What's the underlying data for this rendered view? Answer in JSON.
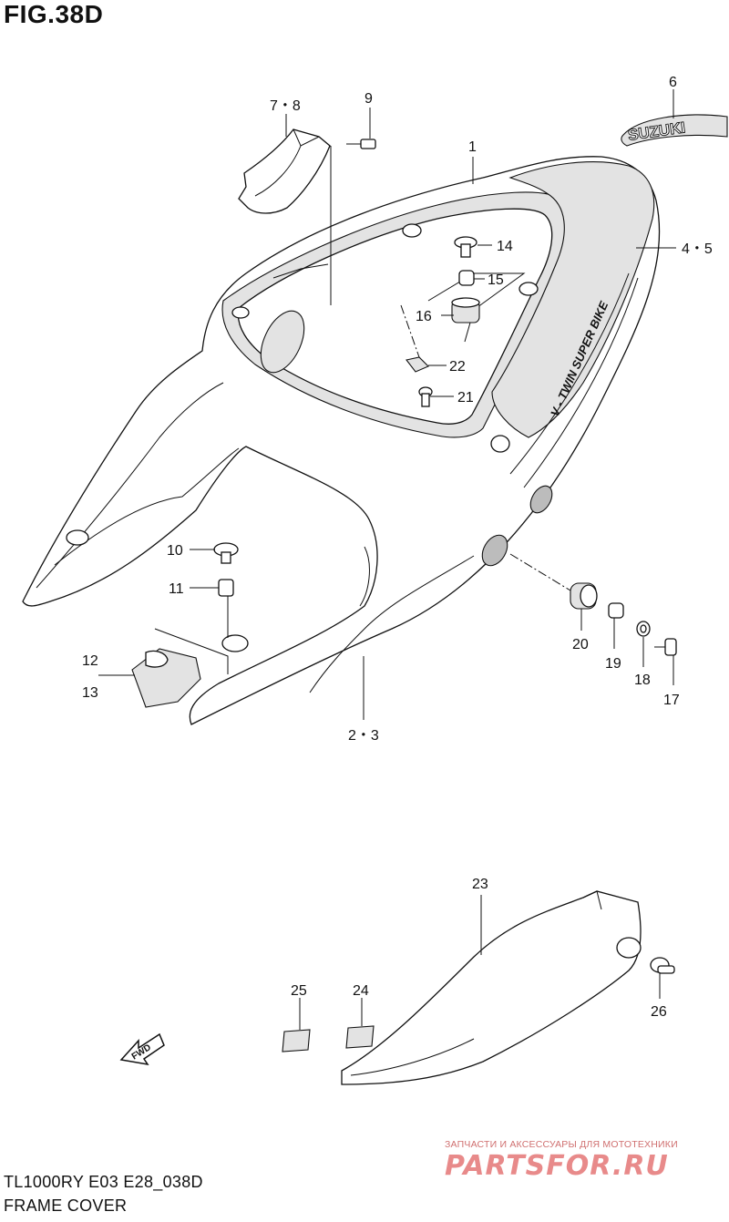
{
  "figure": {
    "title": "FIG.38D",
    "model_code": "TL1000RY E03 E28_038D",
    "section_name": "FRAME COVER"
  },
  "decals": {
    "brand_emblem": "SUZUKI",
    "side_text": "V - TWIN SUPER BIKE",
    "arrow_text": "FWD"
  },
  "callouts": {
    "c1": "1",
    "c2_3": "2・3",
    "c4_5": "4・5",
    "c6": "6",
    "c7_8": "7・8",
    "c9": "9",
    "c10": "10",
    "c11": "11",
    "c12": "12",
    "c13": "13",
    "c14": "14",
    "c15": "15",
    "c16": "16",
    "c17": "17",
    "c18": "18",
    "c19": "19",
    "c20": "20",
    "c21": "21",
    "c22": "22",
    "c23": "23",
    "c24": "24",
    "c25": "25",
    "c26": "26"
  },
  "watermark": {
    "tagline": "ЗАПЧАСТИ И АКСЕССУАРЫ ДЛЯ МОТОТЕХНИКИ",
    "logo": "PARTSFOR.RU"
  }
}
